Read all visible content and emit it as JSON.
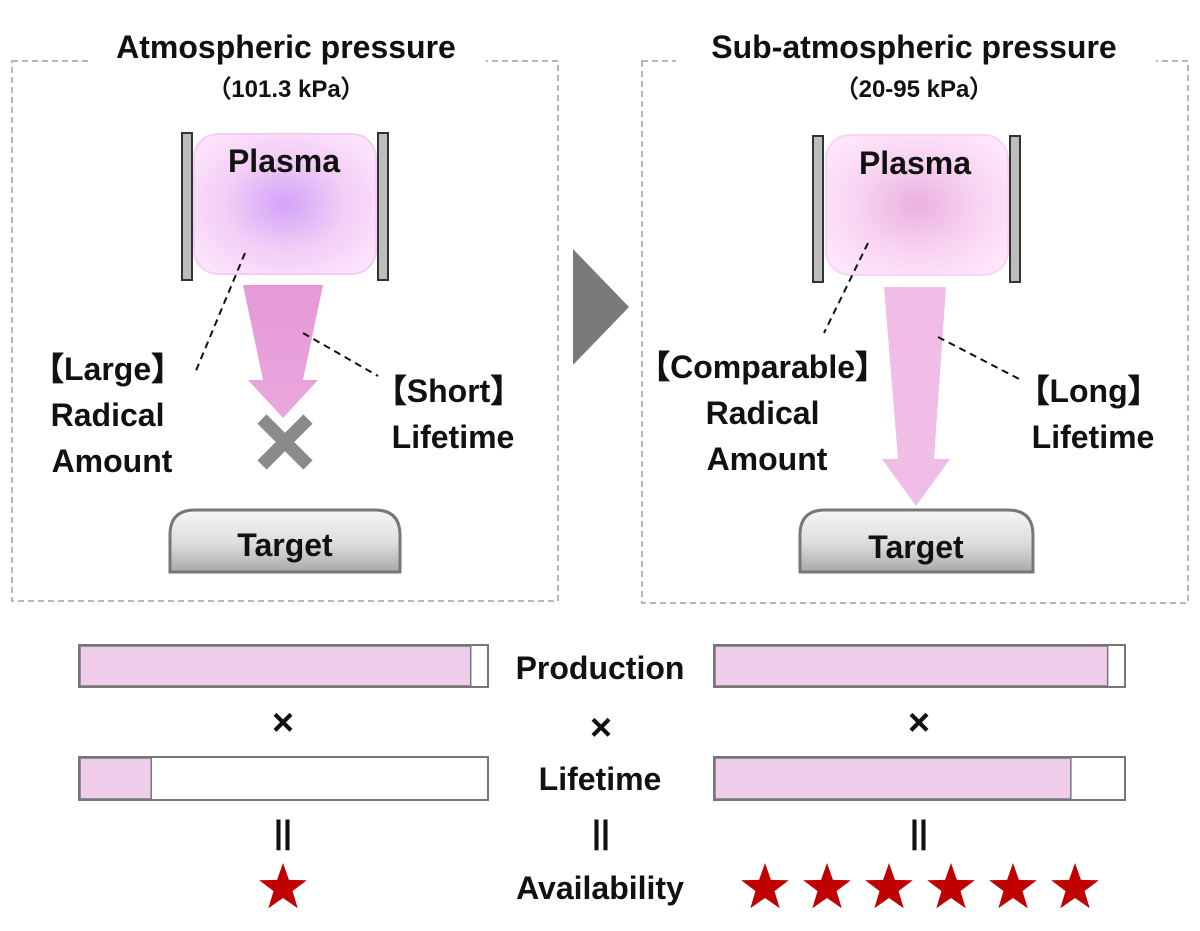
{
  "left_panel": {
    "title": "Atmospheric pressure",
    "subtitle": "（101.3 kPa）",
    "plasma_label": "Plasma",
    "radical_label": [
      "【Large】",
      "Radical",
      "Amount"
    ],
    "lifetime_label": [
      "【Short】",
      "Lifetime"
    ],
    "target_label": "Target",
    "blocked_icon": "cross-mark-icon",
    "plasma_color": "#e9b8f4"
  },
  "right_panel": {
    "title": "Sub-atmospheric pressure",
    "subtitle": "（20-95 kPa）",
    "plasma_label": "Plasma",
    "radical_label": [
      "【Comparable】",
      "Radical",
      "Amount"
    ],
    "lifetime_label": [
      "【Long】",
      "Lifetime"
    ],
    "target_label": "Target",
    "plasma_color": "#f4b8dd"
  },
  "transition_icon": "play-triangle-icon",
  "comparison": {
    "rows": [
      {
        "label": "Production",
        "left_fill": 0.96,
        "right_fill": 0.96
      },
      {
        "label": "Lifetime",
        "left_fill": 0.175,
        "right_fill": 0.87
      }
    ],
    "multiply_symbol": "×",
    "equals_symbol": "||",
    "availability_label": "Availability",
    "left_stars": 1,
    "right_stars": 6,
    "star_icon": "star-icon",
    "bar_fill_color": "#f0cdeb",
    "star_color": "#c00000"
  }
}
